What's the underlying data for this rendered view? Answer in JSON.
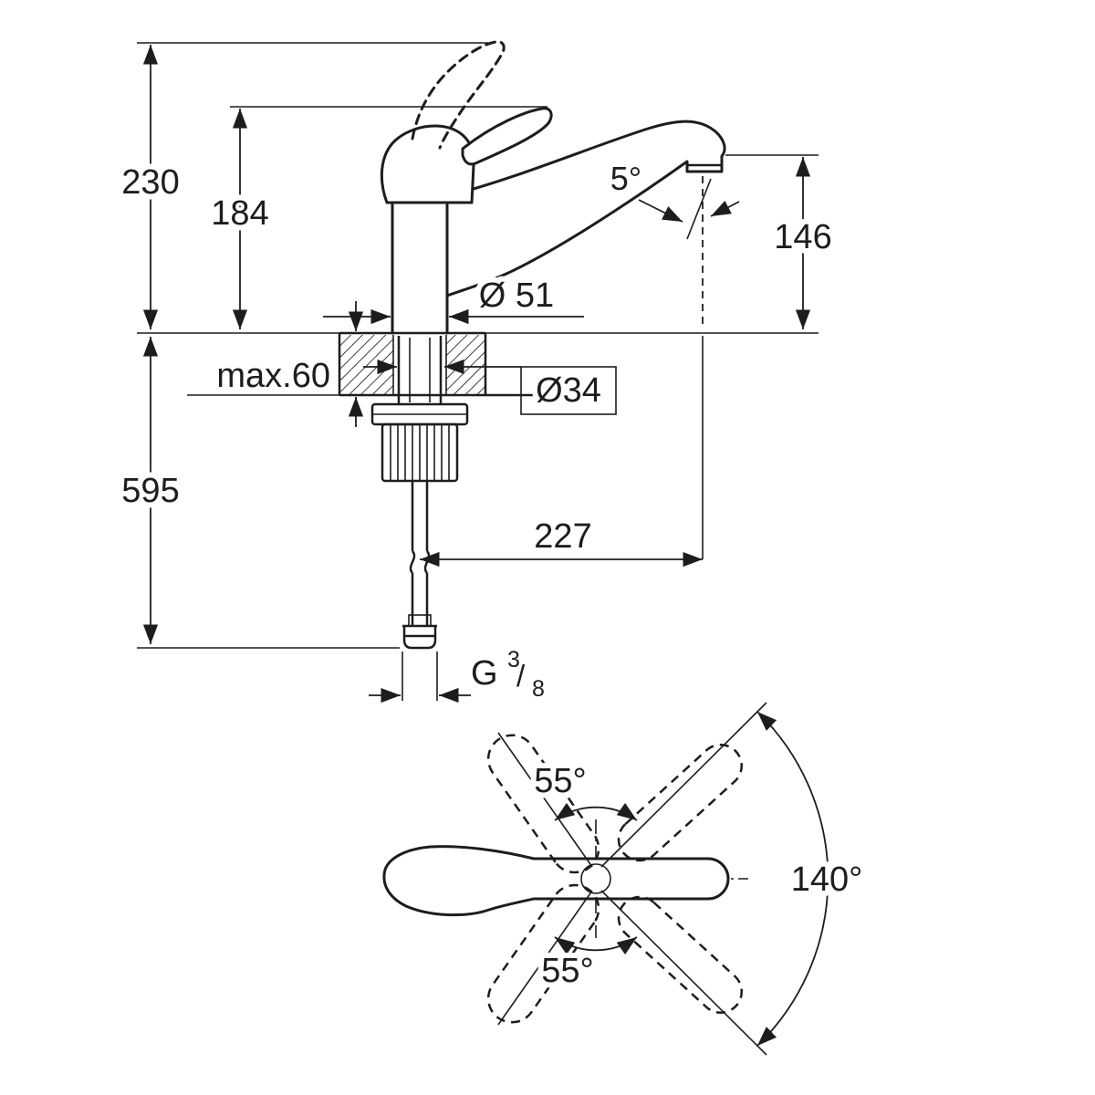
{
  "drawing": {
    "background": "#ffffff",
    "line_color": "#1d1d1b",
    "elevation": {
      "overall_height": "230",
      "handle_height": "184",
      "spout_height": "146",
      "spout_tilt_angle": "5°",
      "body_diameter": "Ø 51",
      "max_deck_thickness": "max.60",
      "shank_diameter": "Ø34",
      "height_below_deck": "595",
      "spout_reach": "227",
      "thread": {
        "prefix": "G",
        "numerator": "3",
        "slash": "/",
        "denominator": "8"
      }
    },
    "plan": {
      "lever_angle_up": "55°",
      "lever_angle_down": "55°",
      "spout_swivel_angle": "140°"
    }
  }
}
